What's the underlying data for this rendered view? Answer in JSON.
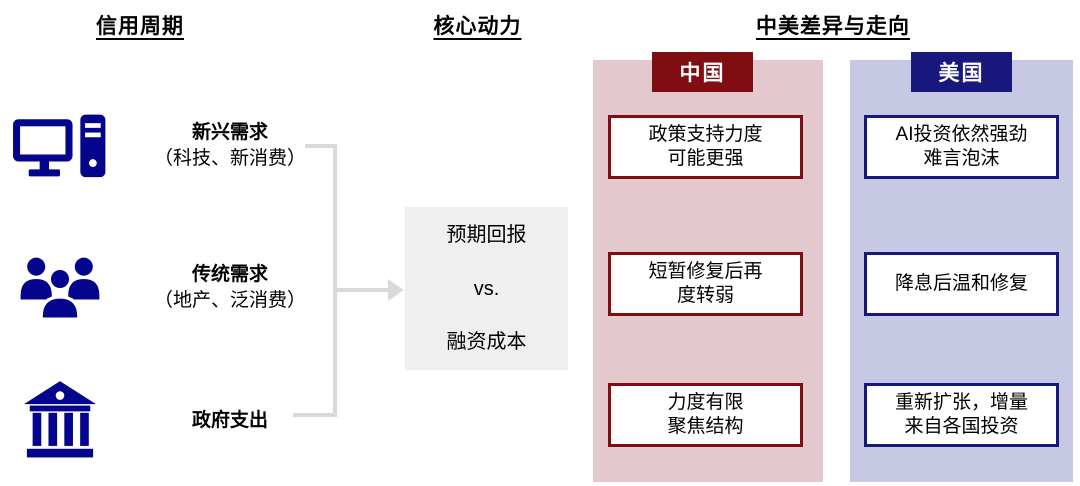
{
  "headers": {
    "credit_cycle": "信用周期",
    "core_driver": "核心动力",
    "us_china_diff": "中美差异与走向"
  },
  "demand_items": [
    {
      "icon": "computer-icon",
      "title": "新兴需求",
      "subtitle": "（科技、新消费）"
    },
    {
      "icon": "people-icon",
      "title": "传统需求",
      "subtitle": "（地产、泛消费）"
    },
    {
      "icon": "bank-icon",
      "title": "政府支出",
      "subtitle": ""
    }
  ],
  "core_box": {
    "line1": "预期回报",
    "line2": "vs.",
    "line3": "融资成本"
  },
  "china": {
    "label": "中国",
    "boxes": [
      {
        "line1": "政策支持力度",
        "line2": "可能更强"
      },
      {
        "line1": "短暂修复后再",
        "line2": "度转弱"
      },
      {
        "line1": "力度有限",
        "line2": "聚焦结构"
      }
    ]
  },
  "us": {
    "label": "美国",
    "boxes": [
      {
        "line1": "AI投资依然强劲",
        "line2": "难言泡沫"
      },
      {
        "line1": "降息后温和修复",
        "line2": ""
      },
      {
        "line1": "重新扩张，增量",
        "line2": "来自各国投资"
      }
    ]
  },
  "colors": {
    "maroon": "#7F0D12",
    "navy": "#17177C",
    "icon_navy": "#04048C",
    "china_panel_bg": "#E3C9CD",
    "us_panel_bg": "#C6C8E4",
    "core_box_bg": "#EFEFEF",
    "connector_gray": "#D9D9D9"
  }
}
